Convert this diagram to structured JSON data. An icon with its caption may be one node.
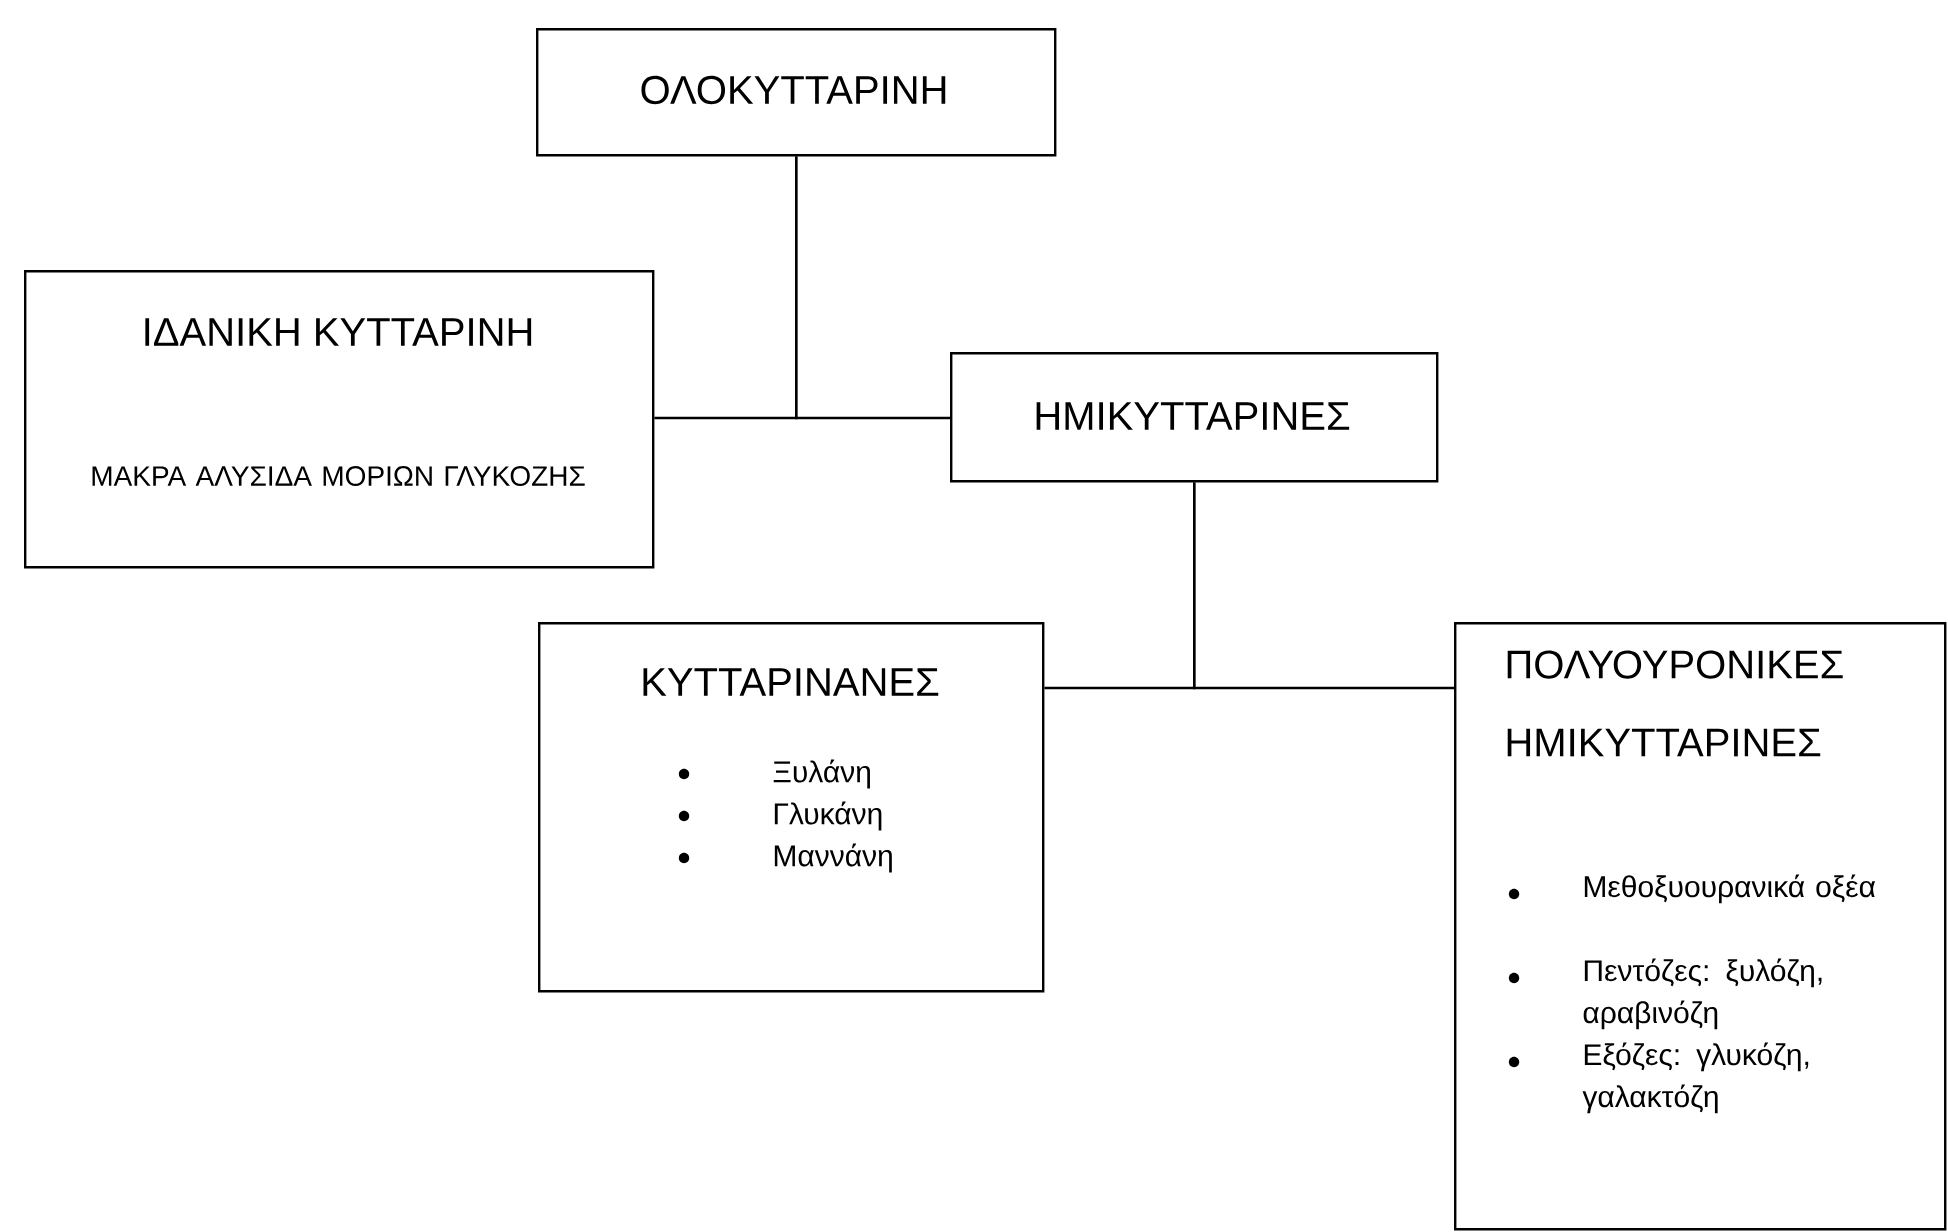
{
  "diagram": {
    "nodes": [
      {
        "text": [
          "ΟΛΟΚΥΤΤΑΡΙΝΗ"
        ]
      },
      {
        "text": [
          "ΙΔΑΝΙΚΗ ΚΥΤΤΑΡΙΝΗ",
          "ΜΑΚΡΑ ΑΛΥΣΙΔΑ ΜΟΡΙΩΝ ΓΛΥΚΟΖΗΣ"
        ]
      },
      {
        "text": [
          "ΗΜΙΚΥΤΤΑΡΙΝΕΣ"
        ]
      },
      {
        "text": [
          "ΚΥΤΤΑΡΙΝΑΝΕΣ",
          "Ξυλάνη",
          "Γλυκάνη",
          "Μαννάνη"
        ]
      },
      {
        "text": [
          "ΠΟΛΥΟΥΡΟΝΙΚΕΣ ΗΜΙΚΥΤΤΑΡΙΝΕΣ",
          "Μεθοξυουρανικά οξέα",
          "Πεντόζες: ξυλόζη, αραβινόζη",
          "Εξόζες: γλυκόζη, γαλακτόζη"
        ]
      }
    ],
    "edges": [
      {
        "from": 0,
        "to": 1,
        "arrow": "none"
      },
      {
        "from": 0,
        "to": 2,
        "arrow": "none"
      },
      {
        "from": 2,
        "to": 3,
        "arrow": "none"
      },
      {
        "from": 2,
        "to": 4,
        "arrow": "none"
      }
    ]
  }
}
